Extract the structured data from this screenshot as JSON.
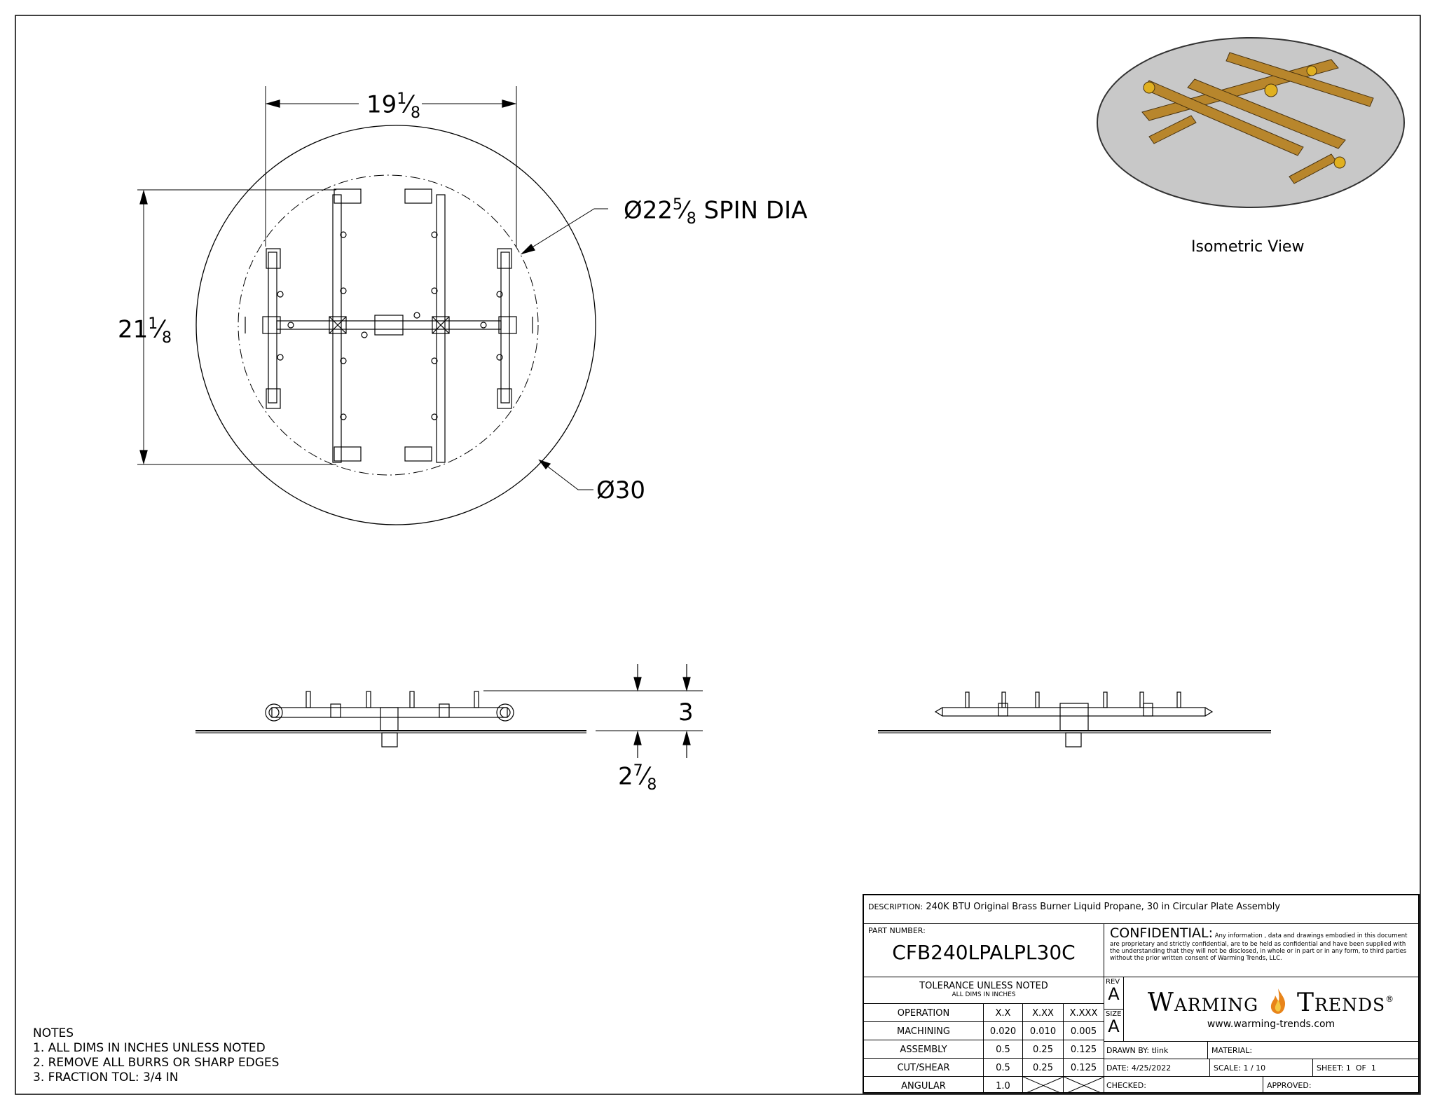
{
  "dimensions": {
    "width_whole": "19",
    "width_num": "1",
    "width_den": "8",
    "height_whole": "21",
    "height_num": "1",
    "height_den": "8",
    "spin_prefix": "Ø22",
    "spin_num": "5",
    "spin_den": "8",
    "spin_suffix": "SPIN DIA",
    "plate_dia": "Ø30",
    "side_height": "3",
    "side_below_whole": "2",
    "side_below_num": "7",
    "side_below_den": "8"
  },
  "isometric_label": "Isometric View",
  "notes": {
    "title": "NOTES",
    "items": [
      "1. ALL DIMS IN INCHES UNLESS NOTED",
      "2. REMOVE ALL BURRS OR SHARP EDGES",
      "3. FRACTION TOL: 3/4 IN"
    ]
  },
  "title_block": {
    "description_label": "DESCRIPTION:",
    "description": "240K BTU Original Brass Burner Liquid Propane, 30 in Circular Plate Assembly",
    "part_number_label": "PART NUMBER:",
    "part_number": "CFB240LPALPL30C",
    "confidential_title": "CONFIDENTIAL:",
    "confidential_text": "Any information , data and drawings embodied in this document are proprietary and strictly confidential, are to be held as confidential and have been supplied with the understanding that they will not be disclosed, in whole or in part or in any form, to third parties without the prior written consent of Warming Trends, LLC.",
    "tolerance_title": "TOLERANCE UNLESS NOTED",
    "tolerance_sub": "ALL DIMS IN INCHES",
    "tol_headers": [
      "OPERATION",
      "X.X",
      "X.XX",
      "X.XXX"
    ],
    "tol_rows": [
      [
        "MACHINING",
        "0.020",
        "0.010",
        "0.005"
      ],
      [
        "ASSEMBLY",
        "0.5",
        "0.25",
        "0.125"
      ],
      [
        "CUT/SHEAR",
        "0.5",
        "0.25",
        "0.125"
      ],
      [
        "ANGULAR",
        "1.0",
        "",
        ""
      ]
    ],
    "rev_label": "REV",
    "rev": "A",
    "size_label": "SIZE",
    "size": "A",
    "logo_left": "Warming",
    "logo_right": "Trends",
    "logo_reg": "®",
    "website": "www.warming-trends.com",
    "drawn_by_label": "DRAWN BY:",
    "drawn_by": "tlink",
    "material_label": "MATERIAL:",
    "date_label": "DATE:",
    "date": "4/25/2022",
    "scale_label": "SCALE:",
    "scale": "1 / 10",
    "sheet_label": "SHEET:",
    "sheet": "1",
    "of_label": "OF",
    "sheet_total": "1",
    "checked_label": "CHECKED:",
    "approved_label": "APPROVED:"
  },
  "colors": {
    "line": "#000000",
    "brass": "#b8862c",
    "plate": "#c8c8c8",
    "flame": "#e8841a"
  }
}
